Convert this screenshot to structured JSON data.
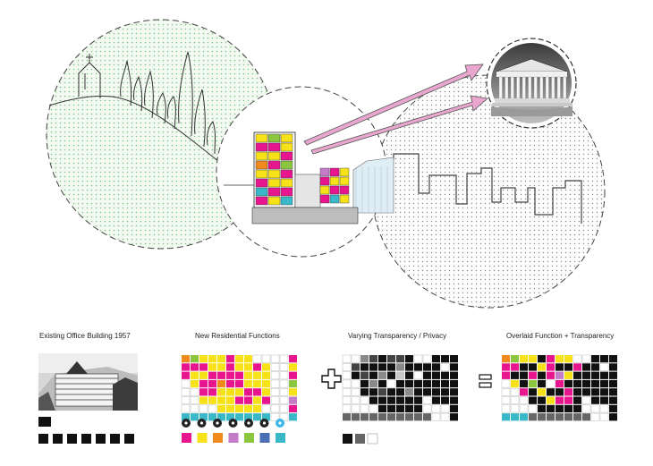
{
  "captions": {
    "existing": "Existing Office Building 1957",
    "residential": "New Residential Functions",
    "transparency": "Varying Transparency / Privacy",
    "overlaid": "Overlaid Function + Transparency"
  },
  "operators": {
    "plus": "+",
    "equals": "="
  },
  "colors": {
    "magenta": "#e8168e",
    "yellow": "#f7e21a",
    "orange": "#f08a1d",
    "green": "#8cc63f",
    "lilac": "#c27cc8",
    "blue": "#4a6fb5",
    "cyan": "#3ab8c8",
    "light_green_dots": "#7fc07f",
    "arrow_pink": "#e9a6cf"
  },
  "legend_icons": [
    "bed-icon",
    "car-icon",
    "cup-icon",
    "camera-icon",
    "book-icon",
    "music-icon",
    "sparkle-icon"
  ]
}
